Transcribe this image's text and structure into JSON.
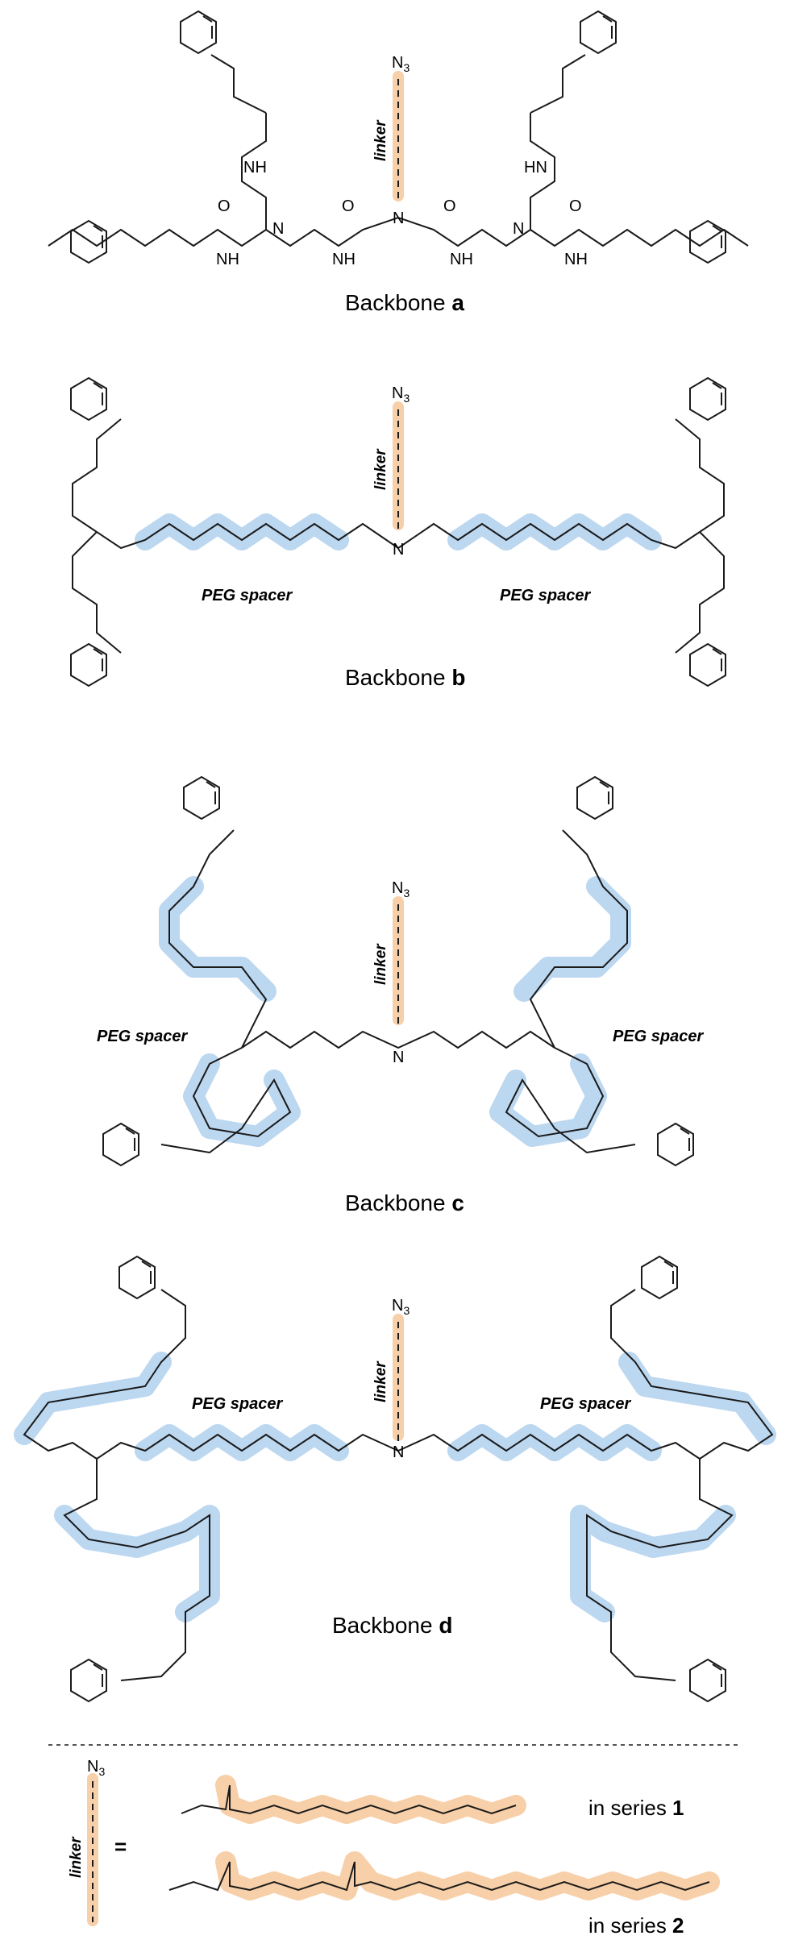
{
  "backbones": [
    {
      "caption_prefix": "Backbone ",
      "caption_letter": "a"
    },
    {
      "caption_prefix": "Backbone ",
      "caption_letter": "b"
    },
    {
      "caption_prefix": "Backbone ",
      "caption_letter": "c"
    },
    {
      "caption_prefix": "Backbone ",
      "caption_letter": "d"
    }
  ],
  "labels": {
    "peg_spacer": "PEG spacer",
    "linker": "linker",
    "azide": "N",
    "azide_sub": "3",
    "amine": "NH",
    "amine_h_first": "HN",
    "nitrogen": "N",
    "oxygen": "O"
  },
  "legend": {
    "equals": "=",
    "series_1_prefix": "in series ",
    "series_1_number": "1",
    "series_2_prefix": "in series ",
    "series_2_number": "2"
  },
  "colors": {
    "peg_highlight": "#bcd7f0",
    "linker_highlight": "#f7cfa8",
    "bond": "#1a1a1a"
  }
}
